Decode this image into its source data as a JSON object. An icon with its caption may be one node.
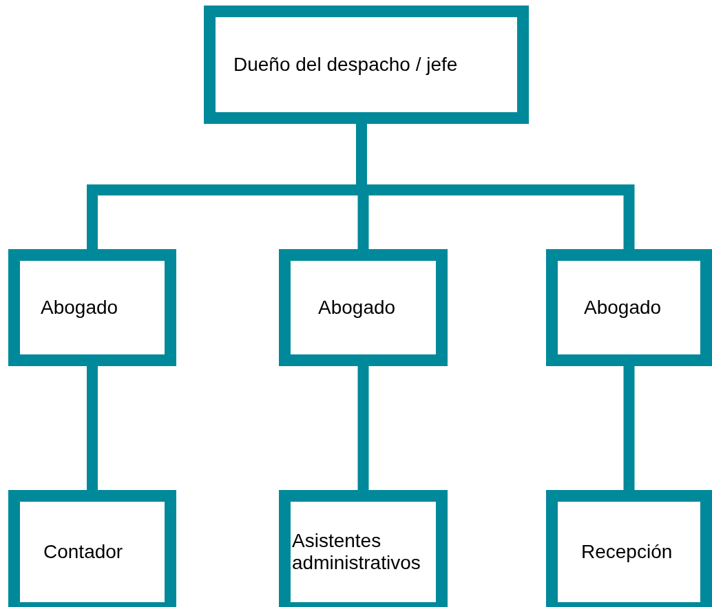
{
  "diagram": {
    "nodes": [
      {
        "text": [
          "Dueño del despacho / jefe"
        ]
      },
      {
        "text": [
          "Abogado"
        ]
      },
      {
        "text": [
          "Abogado"
        ]
      },
      {
        "text": [
          "Abogado"
        ]
      },
      {
        "text": [
          "Contador"
        ]
      },
      {
        "text": [
          "Asistentes administrativos"
        ]
      },
      {
        "text": [
          "Recepción"
        ]
      }
    ],
    "edges": [
      {
        "from": 0,
        "to": 1,
        "arrow": "none"
      },
      {
        "from": 0,
        "to": 2,
        "arrow": "none"
      },
      {
        "from": 0,
        "to": 3,
        "arrow": "none"
      },
      {
        "from": 1,
        "to": 4,
        "arrow": "none"
      },
      {
        "from": 2,
        "to": 5,
        "arrow": "none"
      },
      {
        "from": 3,
        "to": 6,
        "arrow": "none"
      }
    ]
  }
}
